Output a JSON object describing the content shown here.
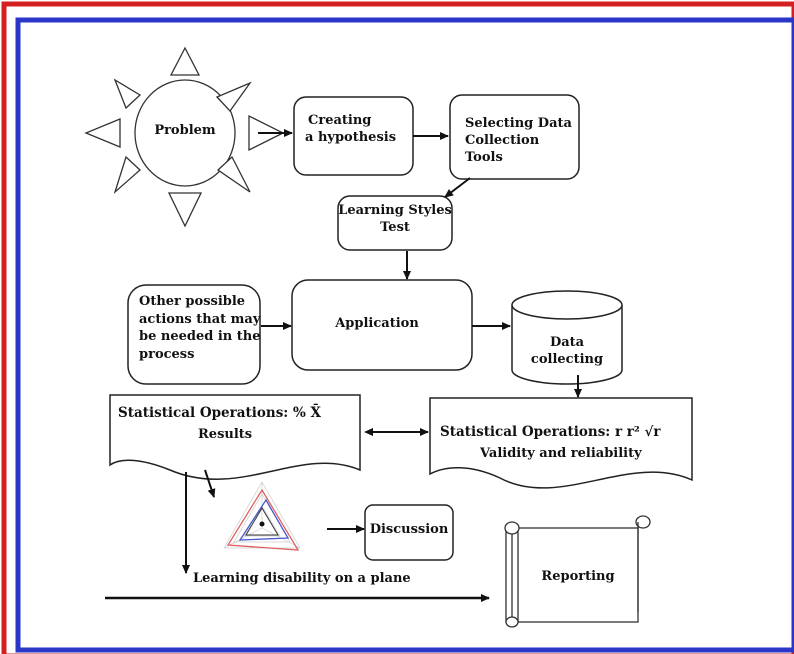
{
  "nodes": {
    "problem": "Problem",
    "creating_line1": "Creating",
    "creating_line2": "a hypothesis",
    "selecting_line1": "Selecting Data",
    "selecting_line2": "Collection Tools",
    "learning_line1": "Learning Styles",
    "learning_line2": "Test",
    "other_line1": "Other possible",
    "other_line2": "actions that may",
    "other_line3": "be needed in the",
    "other_line4": "process",
    "application": "Application",
    "data_collecting": "Data collecting",
    "stat_left_line1": "Statistical Operations:  % X̄",
    "stat_left_line2": "Results",
    "stat_right_line1": "Statistical Operations:  r r² √r",
    "stat_right_line2": "Validity and reliability",
    "discussion": "Discussion",
    "learning_disability": "Learning disability on a plane",
    "reporting": "Reporting"
  },
  "colors": {
    "outer_border": "#d42020",
    "inner_border": "#2a36c8",
    "stroke": "#222222"
  }
}
